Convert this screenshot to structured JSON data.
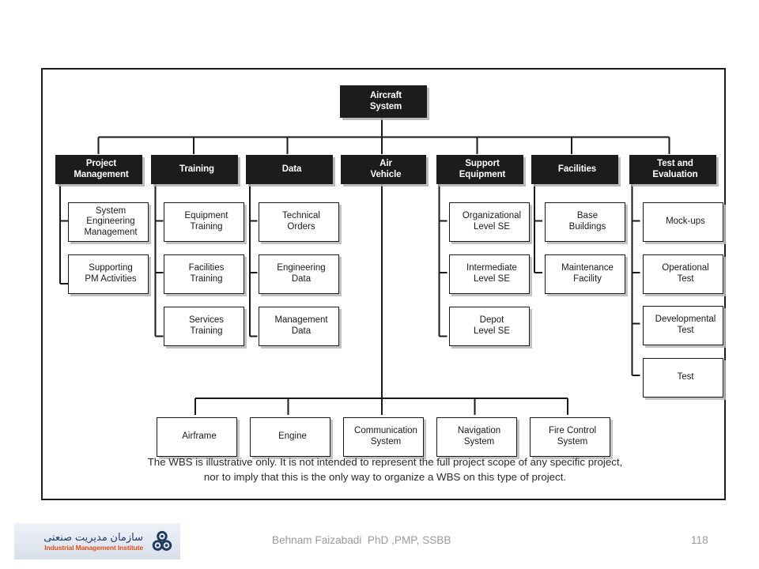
{
  "slide": {
    "caption_line1": "The WBS is illustrative only. It is not intended to represent the full project scope of any specific project,",
    "caption_line2": "nor to imply that this is the only way to organize a WBS on this type of project."
  },
  "colors": {
    "dark_box": "#1c1c1c",
    "dark_box_text": "#ffffff",
    "light_box_border": "#1a1a1a",
    "light_box_text": "#1a1a1a",
    "line": "#1a1a1a",
    "shadow": "#b7b7b7",
    "footer_text": "#9a9a9a",
    "logo_orange": "#d9541a",
    "logo_navy": "#23406b"
  },
  "chart_data": {
    "type": "diagram",
    "diagram_kind": "work-breakdown-structure",
    "title": "Aircraft System WBS",
    "root": {
      "label": "Aircraft System",
      "lines": [
        "Aircraft",
        "System"
      ],
      "style": "dark"
    },
    "level1": [
      {
        "label": "Project Management",
        "lines": [
          "Project",
          "Management"
        ],
        "style": "dark",
        "children": [
          {
            "label": "System Engineering Management",
            "lines": [
              "System",
              "Engineering",
              "Management"
            ]
          },
          {
            "label": "Supporting PM Activities",
            "lines": [
              "Supporting",
              "PM Activities"
            ]
          }
        ]
      },
      {
        "label": "Training",
        "lines": [
          "Training"
        ],
        "style": "dark",
        "children": [
          {
            "label": "Equipment Training",
            "lines": [
              "Equipment",
              "Training"
            ]
          },
          {
            "label": "Facilities Training",
            "lines": [
              "Facilities",
              "Training"
            ]
          },
          {
            "label": "Services Training",
            "lines": [
              "Services",
              "Training"
            ]
          }
        ]
      },
      {
        "label": "Data",
        "lines": [
          "Data"
        ],
        "style": "dark",
        "children": [
          {
            "label": "Technical Orders",
            "lines": [
              "Technical",
              "Orders"
            ]
          },
          {
            "label": "Engineering Data",
            "lines": [
              "Engineering",
              "Data"
            ]
          },
          {
            "label": "Management Data",
            "lines": [
              "Management",
              "Data"
            ]
          }
        ]
      },
      {
        "label": "Air Vehicle",
        "lines": [
          "Air",
          "Vehicle"
        ],
        "style": "dark",
        "children": [
          {
            "label": "Airframe",
            "lines": [
              "Airframe"
            ]
          },
          {
            "label": "Engine",
            "lines": [
              "Engine"
            ]
          },
          {
            "label": "Communication System",
            "lines": [
              "Communication",
              "System"
            ]
          },
          {
            "label": "Navigation System",
            "lines": [
              "Navigation",
              "System"
            ]
          },
          {
            "label": "Fire Control System",
            "lines": [
              "Fire Control",
              "System"
            ]
          }
        ]
      },
      {
        "label": "Support Equipment",
        "lines": [
          "Support",
          "Equipment"
        ],
        "style": "dark",
        "children": [
          {
            "label": "Organizational Level SE",
            "lines": [
              "Organizational",
              "Level SE"
            ]
          },
          {
            "label": "Intermediate Level SE",
            "lines": [
              "Intermediate",
              "Level SE"
            ]
          },
          {
            "label": "Depot Level SE",
            "lines": [
              "Depot",
              "Level SE"
            ]
          }
        ]
      },
      {
        "label": "Facilities",
        "lines": [
          "Facilities"
        ],
        "style": "dark",
        "children": [
          {
            "label": "Base Buildings",
            "lines": [
              "Base",
              "Buildings"
            ]
          },
          {
            "label": "Maintenance Facility",
            "lines": [
              "Maintenance",
              "Facility"
            ]
          }
        ]
      },
      {
        "label": "Test and Evaluation",
        "lines": [
          "Test and",
          "Evaluation"
        ],
        "style": "dark",
        "children": [
          {
            "label": "Mock-ups",
            "lines": [
              "Mock-ups"
            ]
          },
          {
            "label": "Operational Test",
            "lines": [
              "Operational",
              "Test"
            ]
          },
          {
            "label": "Developmental Test",
            "lines": [
              "Developmental",
              "Test"
            ]
          },
          {
            "label": "Test",
            "lines": [
              "Test"
            ]
          }
        ]
      }
    ]
  },
  "nodes": {
    "root": {
      "l1": "Aircraft",
      "l2": "System"
    },
    "pm": {
      "l1": "Project",
      "l2": "Management"
    },
    "training": {
      "l1": "Training",
      "l2": ""
    },
    "data": {
      "l1": "Data",
      "l2": ""
    },
    "air": {
      "l1": "Air",
      "l2": "Vehicle"
    },
    "support": {
      "l1": "Support",
      "l2": "Equipment"
    },
    "fac": {
      "l1": "Facilities",
      "l2": ""
    },
    "test": {
      "l1": "Test and",
      "l2": "Evaluation"
    },
    "pm1": {
      "l1": "System",
      "l2": "Engineering",
      "l3": "Management"
    },
    "pm2": {
      "l1": "Supporting",
      "l2": "PM Activities",
      "l3": ""
    },
    "tr1": {
      "l1": "Equipment",
      "l2": "Training"
    },
    "tr2": {
      "l1": "Facilities",
      "l2": "Training"
    },
    "tr3": {
      "l1": "Services",
      "l2": "Training"
    },
    "da1": {
      "l1": "Technical",
      "l2": "Orders"
    },
    "da2": {
      "l1": "Engineering",
      "l2": "Data"
    },
    "da3": {
      "l1": "Management",
      "l2": "Data"
    },
    "se1": {
      "l1": "Organizational",
      "l2": "Level SE"
    },
    "se2": {
      "l1": "Intermediate",
      "l2": "Level SE"
    },
    "se3": {
      "l1": "Depot",
      "l2": "Level SE"
    },
    "fa1": {
      "l1": "Base",
      "l2": "Buildings"
    },
    "fa2": {
      "l1": "Maintenance",
      "l2": "Facility"
    },
    "te1": {
      "l1": "Mock-ups",
      "l2": ""
    },
    "te2": {
      "l1": "Operational",
      "l2": "Test"
    },
    "te3": {
      "l1": "Developmental",
      "l2": "Test"
    },
    "te4": {
      "l1": "Test",
      "l2": ""
    },
    "av1": {
      "l1": "Airframe",
      "l2": ""
    },
    "av2": {
      "l1": "Engine",
      "l2": ""
    },
    "av3": {
      "l1": "Communication",
      "l2": "System"
    },
    "av4": {
      "l1": "Navigation",
      "l2": "System"
    },
    "av5": {
      "l1": "Fire Control",
      "l2": "System"
    }
  },
  "footer": {
    "credit": "Behnam Faizabadi  PhD ,PMP, SSBB",
    "page_number": "118",
    "logo_fa": "سازمان مدیریت صنعتی",
    "logo_en": "Industrial Management Institute"
  }
}
